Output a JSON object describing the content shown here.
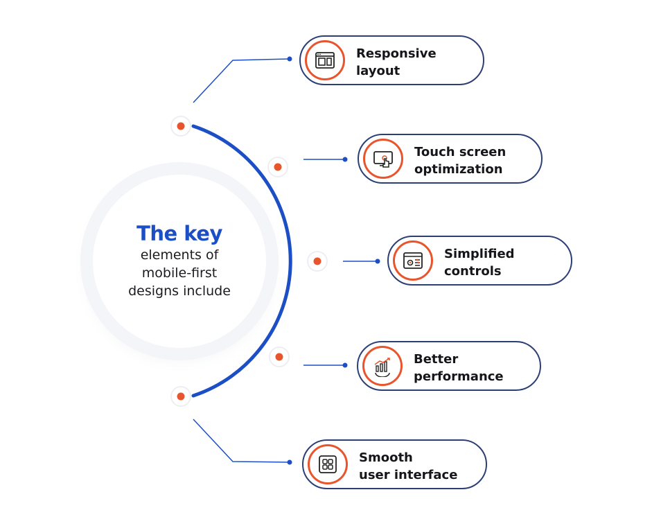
{
  "center": {
    "title": "The key",
    "line1": "elements of",
    "line2": "mobile-first",
    "line3": "designs include"
  },
  "items": [
    {
      "line1": "Responsive",
      "line2": "layout",
      "icon": "layout-icon"
    },
    {
      "line1": "Touch screen",
      "line2": "optimization",
      "icon": "touch-screen-icon"
    },
    {
      "line1": "Simplified",
      "line2": "controls",
      "icon": "settings-window-icon"
    },
    {
      "line1": "Better",
      "line2": "performance",
      "icon": "performance-chart-icon"
    },
    {
      "line1": "Smooth",
      "line2": "user interface",
      "icon": "grid-apps-icon"
    }
  ],
  "colors": {
    "arc": "#1c4fc6",
    "connector": "#1c4fc6",
    "node_dot": "#e8542c",
    "icon_ring": "#e8542c",
    "card_border": "#2b3f74",
    "title": "#1c4fc6"
  }
}
